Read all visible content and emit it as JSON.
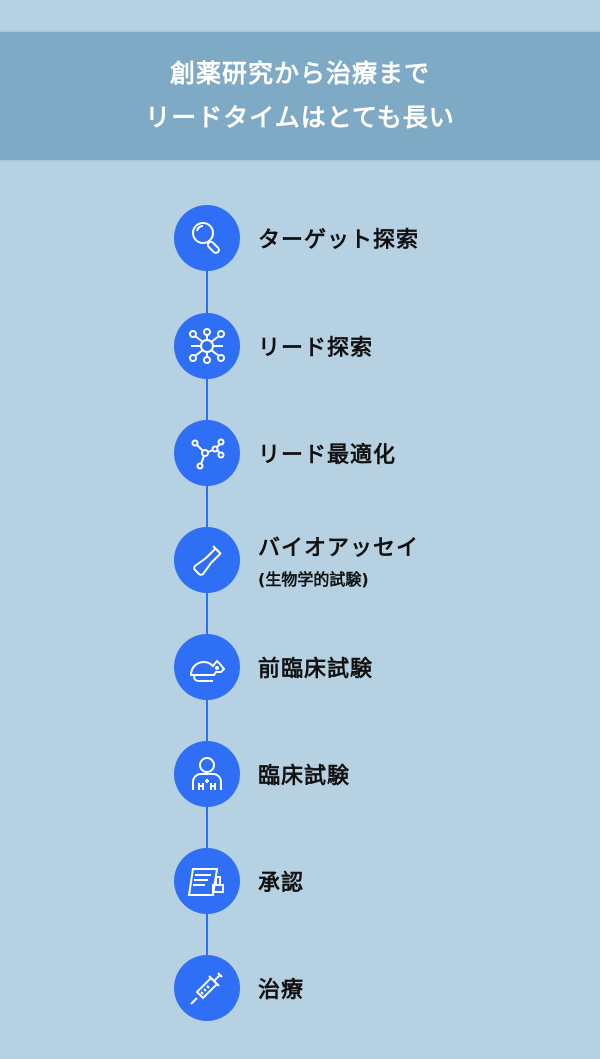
{
  "header": {
    "line1": "創薬研究から治療まで",
    "line2": "リードタイムはとても長い"
  },
  "steps": [
    {
      "label": "ターゲット探索",
      "icon": "magnifier-icon"
    },
    {
      "label": "リード探索",
      "icon": "network-icon"
    },
    {
      "label": "リード最適化",
      "icon": "molecule-icon"
    },
    {
      "label": "バイオアッセイ",
      "sub": "(生物学的試験)",
      "icon": "flask-icon"
    },
    {
      "label": "前臨床試験",
      "icon": "mouse-icon"
    },
    {
      "label": "臨床試験",
      "icon": "patient-icon"
    },
    {
      "label": "承認",
      "icon": "document-stamp-icon"
    },
    {
      "label": "治療",
      "icon": "syringe-icon"
    }
  ],
  "colors": {
    "background": "#b5d1e2",
    "header": "#7eaac6",
    "accent": "#2f6ff5"
  }
}
